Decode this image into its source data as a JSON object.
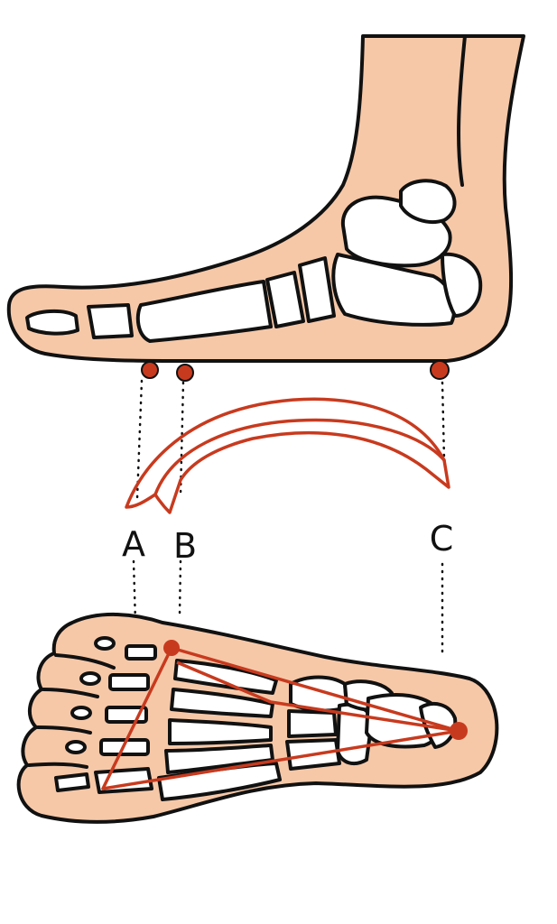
{
  "points": [
    {
      "id": "a",
      "label": "A"
    },
    {
      "id": "b",
      "label": "B"
    },
    {
      "id": "c",
      "label": "C"
    }
  ],
  "colors": {
    "skin": "#f6c8a8",
    "accent": "#c83a1e",
    "outline": "#111111",
    "background": "#ffffff"
  }
}
